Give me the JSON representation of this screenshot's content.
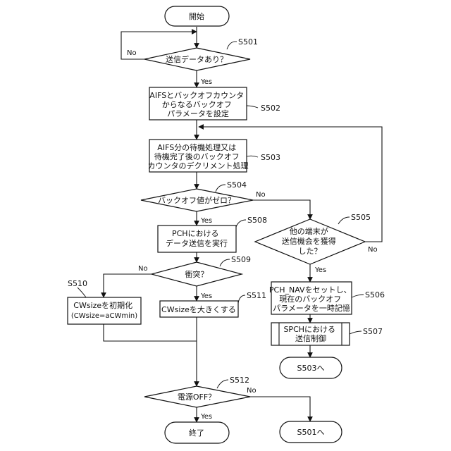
{
  "nodes": {
    "start": "開始",
    "s501": "送信データあり？",
    "s502": [
      "AIFSとバックオフカウンタ",
      "からなるバックオフ",
      "パラメータを設定"
    ],
    "s503": [
      "AIFS分の待機処理又は",
      "待機完了後のバックオフ",
      "カウンタのデクリメント処理"
    ],
    "s504": "バックオフ値がゼロ？",
    "s508": [
      "PCHにおける",
      "データ送信を実行"
    ],
    "s509": "衝突？",
    "s510": [
      "CWsizeを初期化",
      "(CWsize=aCWmin)"
    ],
    "s511": "CWsizeを大きくする",
    "s505": [
      "他の端末が",
      "送信機会を獲得",
      "した？"
    ],
    "s506": [
      "PCH_NAVをセットし、",
      "現在のバックオフ",
      "パラメータを一時記憶"
    ],
    "s507": [
      "SPCHにおける",
      "送信制御"
    ],
    "to_s503": "S503へ",
    "s512": "電源OFF？",
    "end": "終了",
    "to_s501": "S501へ"
  },
  "steps": {
    "s501": "S501",
    "s502": "S502",
    "s503": "S503",
    "s504": "S504",
    "s505": "S505",
    "s506": "S506",
    "s507": "S507",
    "s508": "S508",
    "s509": "S509",
    "s510": "S510",
    "s511": "S511",
    "s512": "S512"
  },
  "branches": {
    "yes": "Yes",
    "no": "No"
  }
}
